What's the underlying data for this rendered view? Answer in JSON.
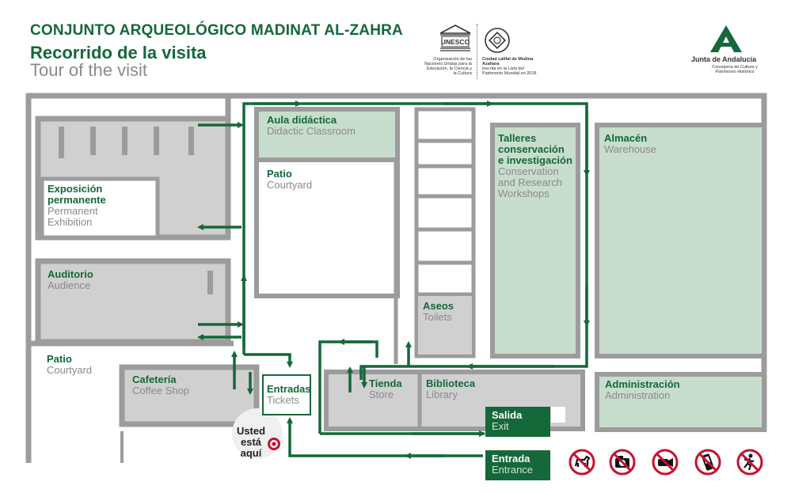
{
  "header": {
    "kicker": "CONJUNTO ARQUEOLÓGICO MADINAT AL-ZAHRA",
    "title": "Recorrido de la visita",
    "subtitle": "Tour of the visit"
  },
  "logos": {
    "unesco": {
      "emblem_text": "UNESCO",
      "caption": "Organización de las Naciones Unidas para la Educación, la Ciencia y la Cultura"
    },
    "heritage": {
      "caption_title": "Ciudad califal de Medina Azahara",
      "caption_text": "inscrita en la Lista del Patrimonio Mundial en 2018"
    },
    "junta": {
      "name": "Junta de Andalucía",
      "department": "Consejería de Cultura y Patrimonio Histórico"
    }
  },
  "rooms": {
    "aula": {
      "es": "Aula didáctica",
      "en": "Didactic Classroom"
    },
    "patio_top": {
      "es": "Patio",
      "en": "Courtyard"
    },
    "talleres": {
      "es": "Talleres conservación e investigación",
      "es_lines": [
        "Talleres",
        "conservación",
        "e investigación"
      ],
      "en_lines": [
        "Conservation",
        "and Research",
        "Workshops"
      ]
    },
    "almacen": {
      "es": "Almacén",
      "en": "Warehouse"
    },
    "exposicion": {
      "es_lines": [
        "Exposición",
        "permanente"
      ],
      "en_lines": [
        "Permanent",
        "Exhibition"
      ]
    },
    "auditorio": {
      "es": "Auditorio",
      "en": "Audience"
    },
    "aseos": {
      "es": "Aseos",
      "en": "Toilets"
    },
    "patio_left": {
      "es": "Patio",
      "en": "Courtyard"
    },
    "cafeteria": {
      "es": "Cafetería",
      "en": "Coffee Shop"
    },
    "entradas": {
      "es": "Entradas",
      "en": "Tickets"
    },
    "tienda": {
      "es": "Tienda",
      "en": "Store"
    },
    "biblioteca": {
      "es": "Biblioteca",
      "en": "Library"
    },
    "administracion": {
      "es": "Administración",
      "en": "Administration"
    }
  },
  "you_are_here": {
    "lines": [
      "Usted",
      "está",
      "aquí"
    ]
  },
  "signs": {
    "salida": {
      "es": "Salida",
      "en": "Exit"
    },
    "entrada": {
      "es": "Entrada",
      "en": "Entrance"
    }
  },
  "prohibitions": [
    {
      "icon": "no-dogs-icon"
    },
    {
      "icon": "no-photography-icon"
    },
    {
      "icon": "no-video-camera-icon"
    },
    {
      "icon": "no-mobile-phone-icon"
    },
    {
      "icon": "no-climbing-icon"
    }
  ],
  "colors": {
    "green": "#14683a",
    "wall": "#9c9c9c",
    "room_gray": "#d0d0d0",
    "room_green": "#c7ddcd",
    "prohibition_red": "#c8102e"
  }
}
